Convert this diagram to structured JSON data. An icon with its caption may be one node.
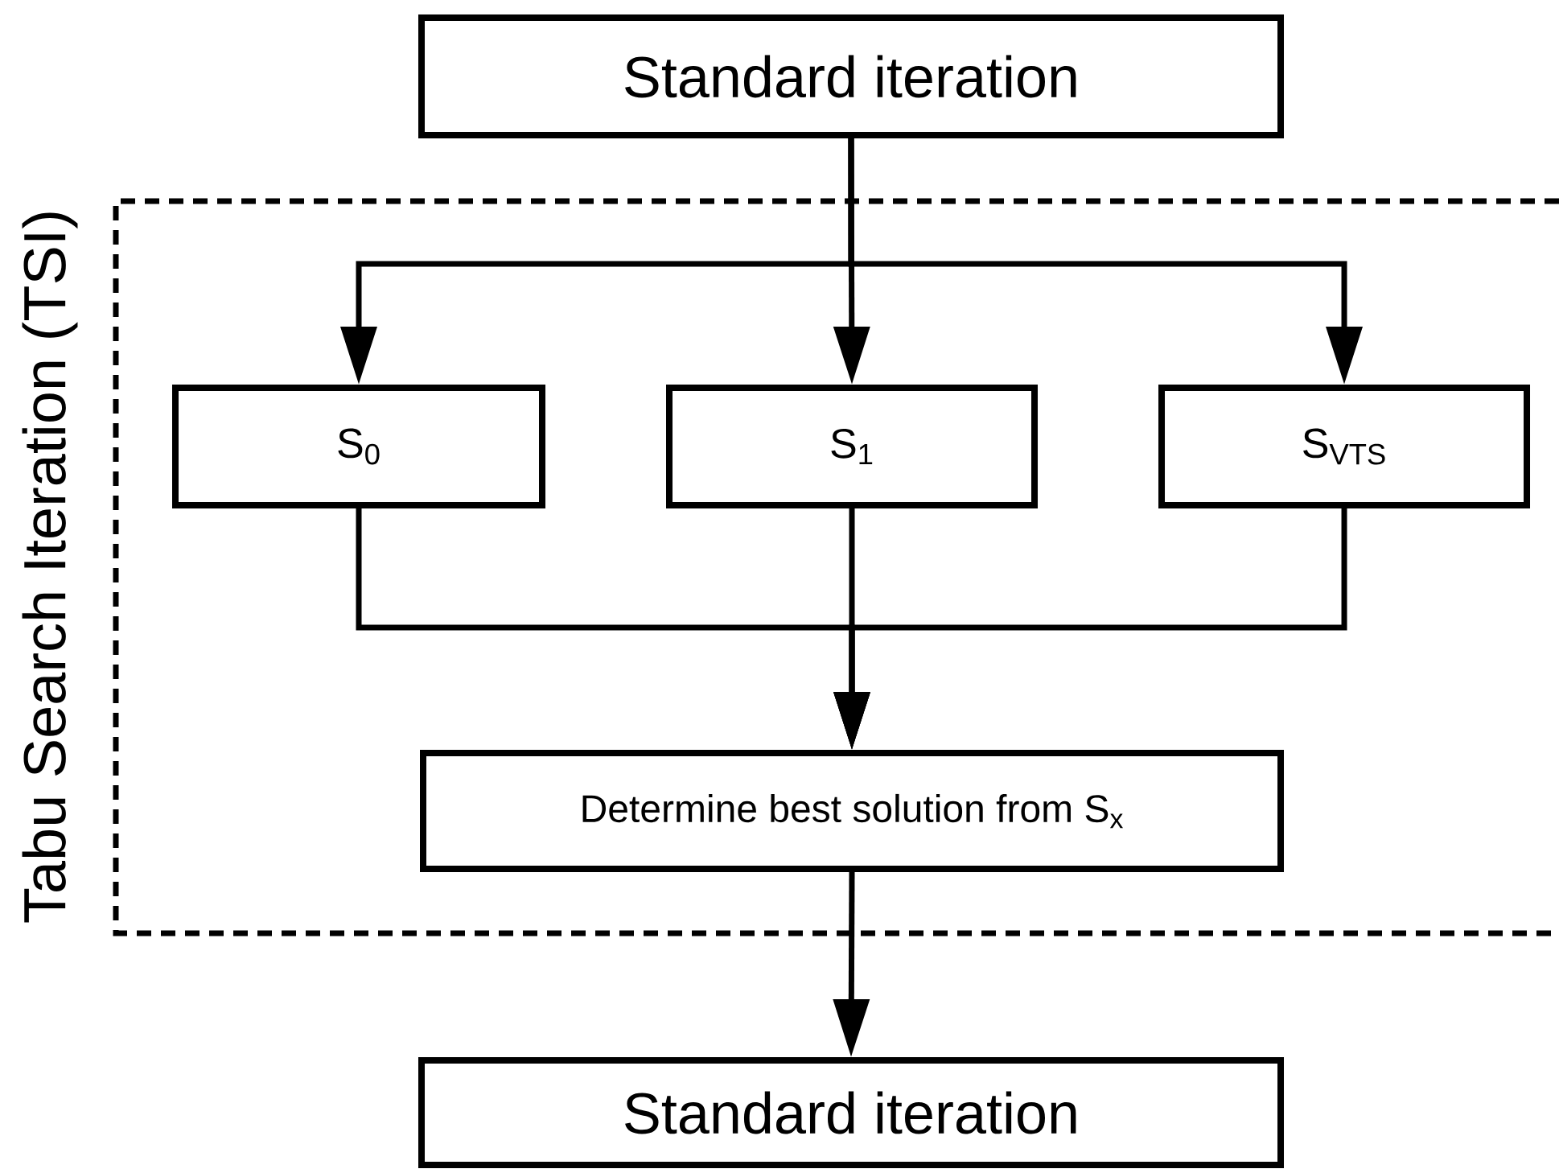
{
  "diagram": {
    "nodes": [
      {
        "text": [
          "Standard iteration"
        ]
      },
      {
        "text": [
          "Tabu Search Iteration (TSI)"
        ]
      },
      {
        "text": [
          "S$_{0}$"
        ],
        "in": 1
      },
      {
        "text": [
          "S$_{1}$"
        ],
        "in": 1
      },
      {
        "text": [
          "S$_{VTS}$"
        ],
        "in": 1
      },
      {
        "text": [
          "Determine best solution from S$_{x}$"
        ],
        "in": 1
      },
      {
        "text": [
          "Standard iteration"
        ]
      }
    ],
    "edges": [
      {
        "from": 0,
        "to": 2,
        "arrow": "to"
      },
      {
        "from": 0,
        "to": 3,
        "arrow": "to"
      },
      {
        "from": 0,
        "to": 4,
        "arrow": "to"
      },
      {
        "from": 2,
        "to": 5,
        "arrow": "to"
      },
      {
        "from": 3,
        "to": 5,
        "arrow": "to"
      },
      {
        "from": 4,
        "to": 5,
        "arrow": "to"
      },
      {
        "from": 5,
        "to": 6,
        "arrow": "to"
      }
    ]
  }
}
